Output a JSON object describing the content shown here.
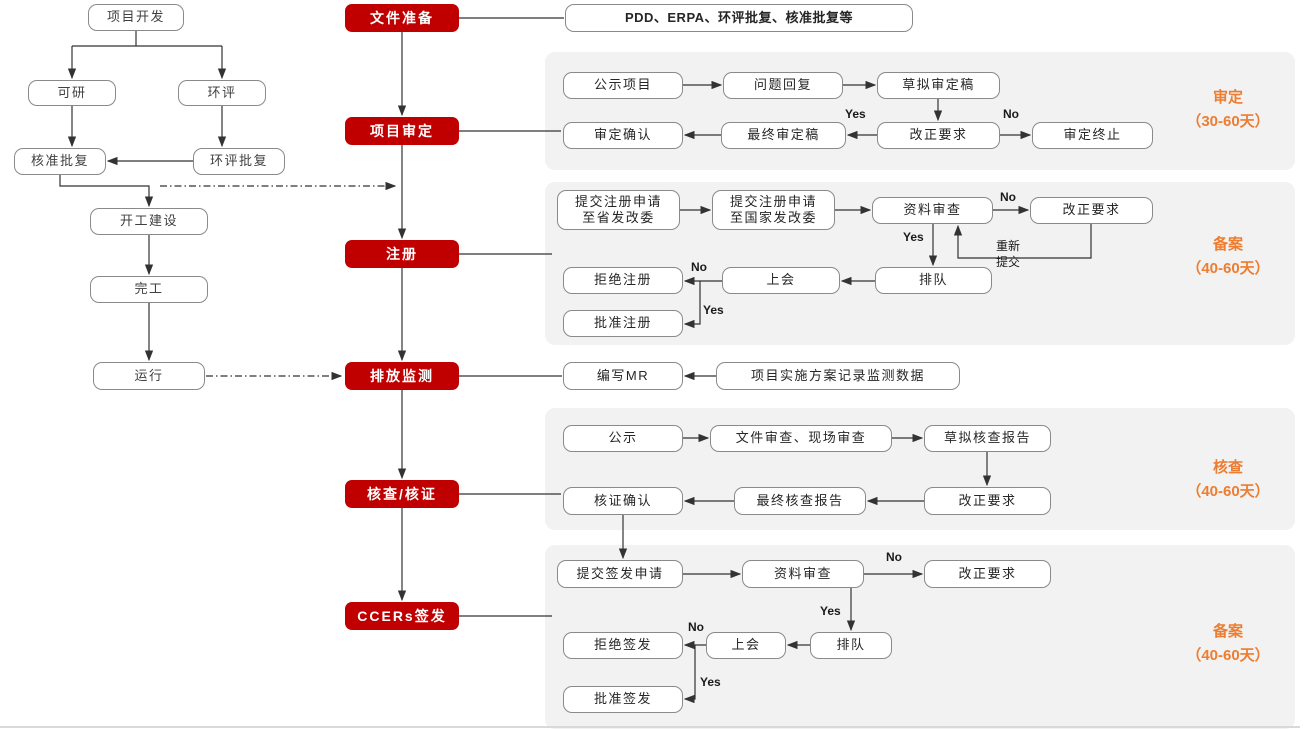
{
  "colors": {
    "stage_red": "#C00000",
    "panel_gray": "#F2F2F2",
    "orange": "#ED7D31"
  },
  "left_flow": {
    "project_dev": "项目开发",
    "feasibility": "可研",
    "eia": "环评",
    "approval": "核准批复",
    "eia_approval": "环评批复",
    "construction": "开工建设",
    "completion": "完工",
    "operation": "运行"
  },
  "stages": {
    "doc_prep": "文件准备",
    "validation": "项目审定",
    "registration": "注册",
    "monitoring": "排放监测",
    "verification": "核查/核证",
    "issuance": "CCERs签发"
  },
  "doc_prep": {
    "documents": "PDD、ERPA、环评批复、核准批复等"
  },
  "validation": {
    "publicize": "公示项目",
    "reply": "问题回复",
    "draft": "草拟审定稿",
    "confirm": "审定确认",
    "final": "最终审定稿",
    "correction": "改正要求",
    "terminate": "审定终止",
    "yes": "Yes",
    "no": "No",
    "side_label": "审定\n（30-60天）"
  },
  "registration": {
    "submit_provincial": "提交注册申请\n至省发改委",
    "submit_national": "提交注册申请\n至国家发改委",
    "review": "资料审查",
    "correction": "改正要求",
    "queue": "排队",
    "meeting": "上会",
    "reject": "拒绝注册",
    "approve": "批准注册",
    "resubmit": "重新\n提交",
    "yes": "Yes",
    "no": "No",
    "side_label": "备案\n（40-60天）"
  },
  "monitoring": {
    "write_mr": "编写MR",
    "data_source": "项目实施方案记录监测数据"
  },
  "verification": {
    "publicize": "公示",
    "review": "文件审查、现场审查",
    "draft": "草拟核查报告",
    "confirm": "核证确认",
    "final": "最终核查报告",
    "correction": "改正要求",
    "side_label": "核查\n（40-60天）"
  },
  "issuance": {
    "submit": "提交签发申请",
    "review": "资料审查",
    "correction": "改正要求",
    "queue": "排队",
    "meeting": "上会",
    "reject": "拒绝签发",
    "approve": "批准签发",
    "yes": "Yes",
    "no": "No",
    "side_label": "备案\n（40-60天）"
  }
}
